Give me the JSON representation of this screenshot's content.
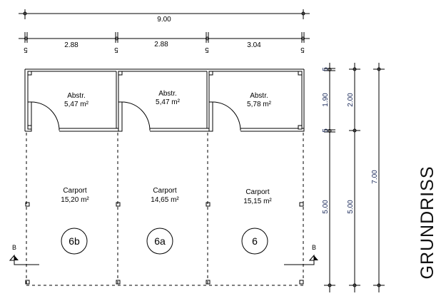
{
  "dimensions": {
    "total_width": "9.00",
    "segments": [
      "2.88",
      "2.88",
      "3.04"
    ],
    "wall_marks": [
      "5",
      "5",
      "5",
      "5"
    ],
    "right": {
      "wall_top": "5",
      "storage_depth": "1.90",
      "wall_mid": "5",
      "carport_depth": "5.00",
      "storage_total": "2.00",
      "carport_total": "5.00",
      "overall": "7.00"
    }
  },
  "rooms": [
    {
      "name": "Abstr.",
      "area": "5,47 m²"
    },
    {
      "name": "Abstr.",
      "area": "5,47 m²"
    },
    {
      "name": "Abstr.",
      "area": "5,78 m²"
    }
  ],
  "carports": [
    {
      "name": "Carport",
      "area": "15,20 m²",
      "number": "6b"
    },
    {
      "name": "Carport",
      "area": "14,65 m²",
      "number": "6a"
    },
    {
      "name": "Carport",
      "area": "15,15 m²",
      "number": "6"
    }
  ],
  "section_marks": [
    "B",
    "B"
  ],
  "title": "GRUNDRISS"
}
